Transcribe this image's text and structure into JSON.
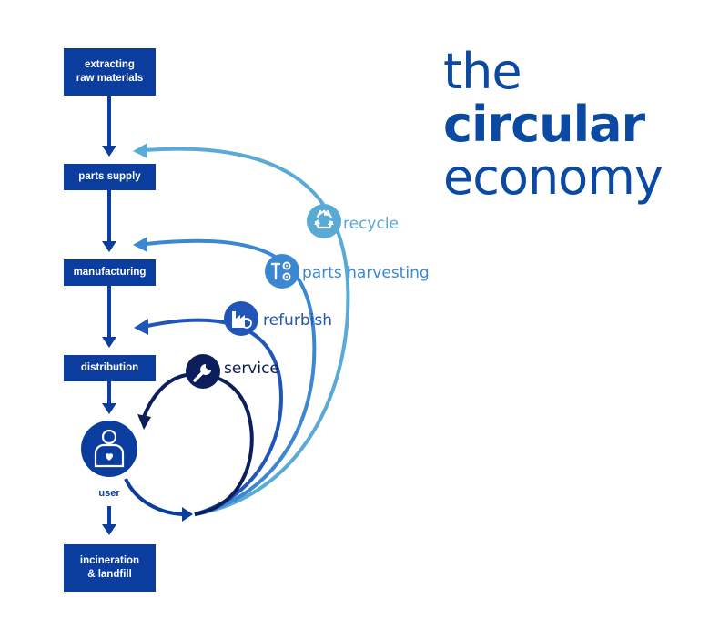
{
  "title": {
    "line1": "the",
    "line2": "circular",
    "line3": "economy"
  },
  "stages": {
    "extracting": "extracting\nraw materials",
    "parts_supply": "parts supply",
    "manufacturing": "manufacturing",
    "distribution": "distribution",
    "user": "user",
    "incineration": "incineration\n& landfill"
  },
  "loops": {
    "recycle": "recycle",
    "parts_harvesting": "parts harvesting",
    "refurbish": "refurbish",
    "service": "service"
  },
  "icons": {
    "recycle": "recycle-icon",
    "parts_harvesting": "tools-gears-icon",
    "refurbish": "factory-refresh-icon",
    "service": "wrench-icon",
    "user": "person-heart-icon"
  },
  "colors": {
    "box": "#0a3d9e",
    "recycle": "#5aaad6",
    "parts_harvesting": "#3b87d2",
    "refurbish": "#1f56b8",
    "service": "#0c1f5c",
    "main_flow": "#0a3d9e",
    "title": "#0b4aa2"
  }
}
